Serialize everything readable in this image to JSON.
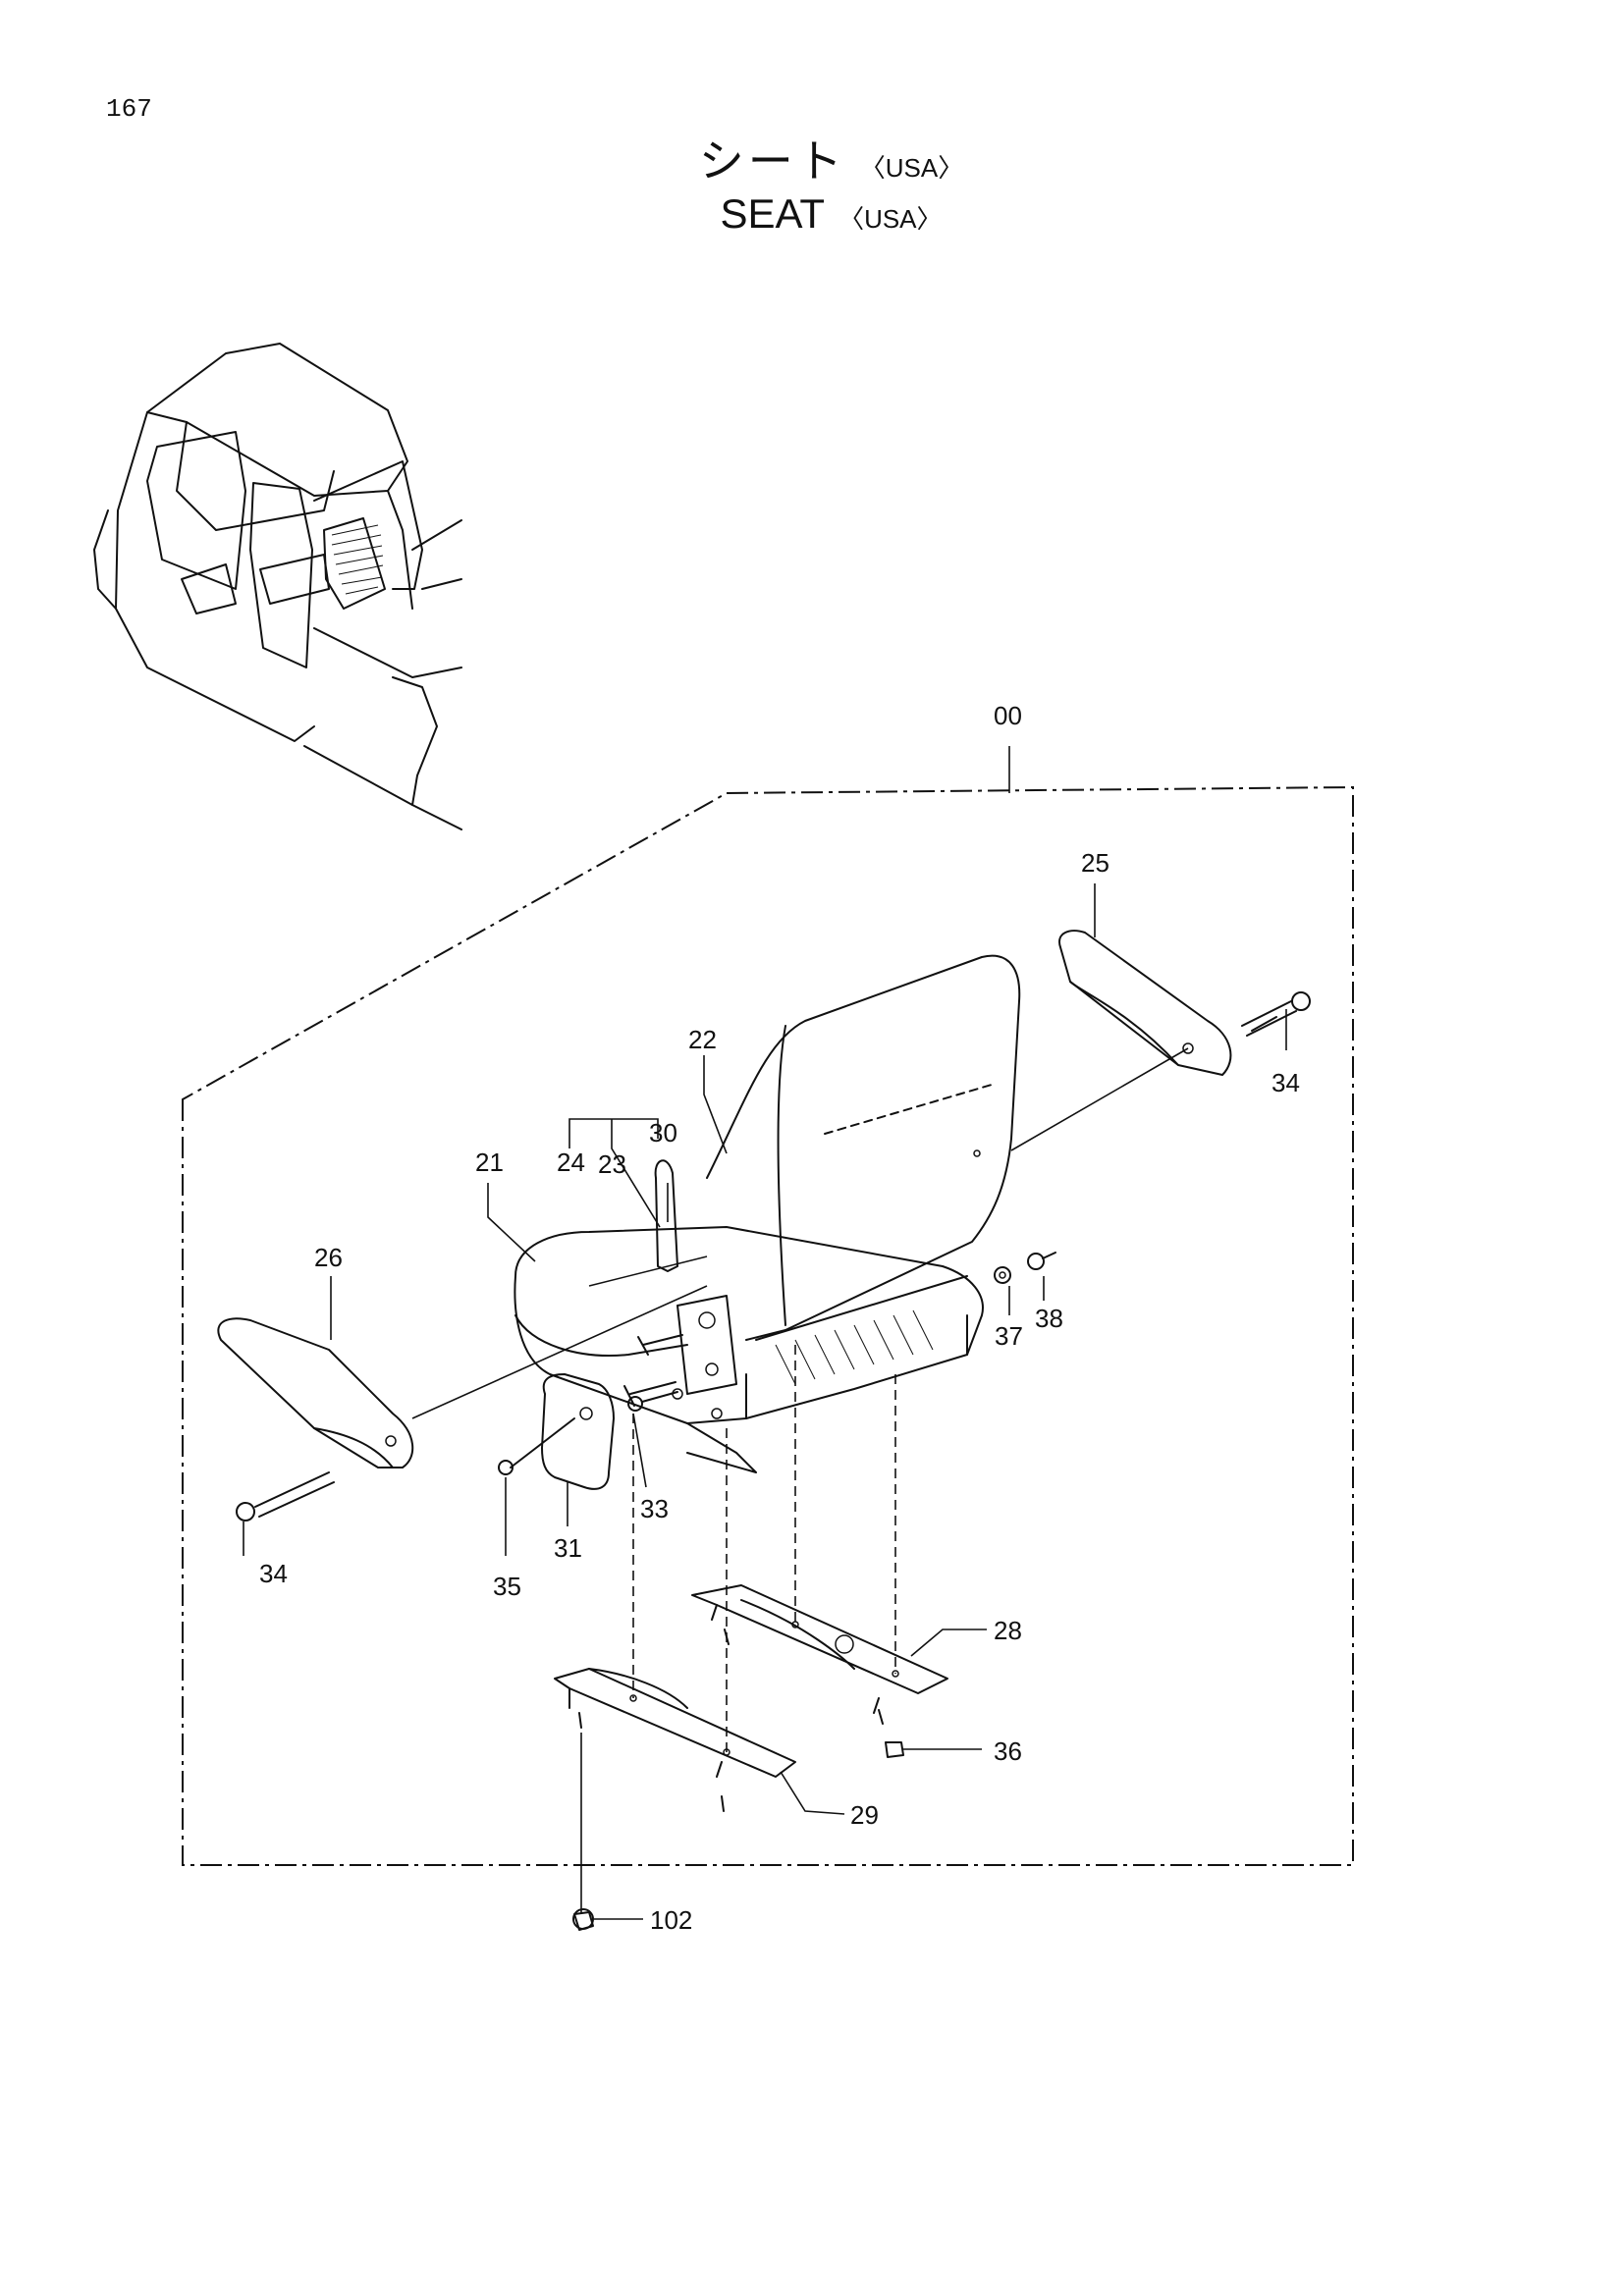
{
  "page": {
    "number": "167"
  },
  "title": {
    "jp": "シート",
    "en": "SEAT",
    "region": "〈USA〉"
  },
  "callouts": [
    "00",
    "21",
    "22",
    "23",
    "24",
    "25",
    "26",
    "28",
    "29",
    "30",
    "31",
    "33",
    "34",
    "34",
    "35",
    "36",
    "37",
    "38",
    "102"
  ]
}
